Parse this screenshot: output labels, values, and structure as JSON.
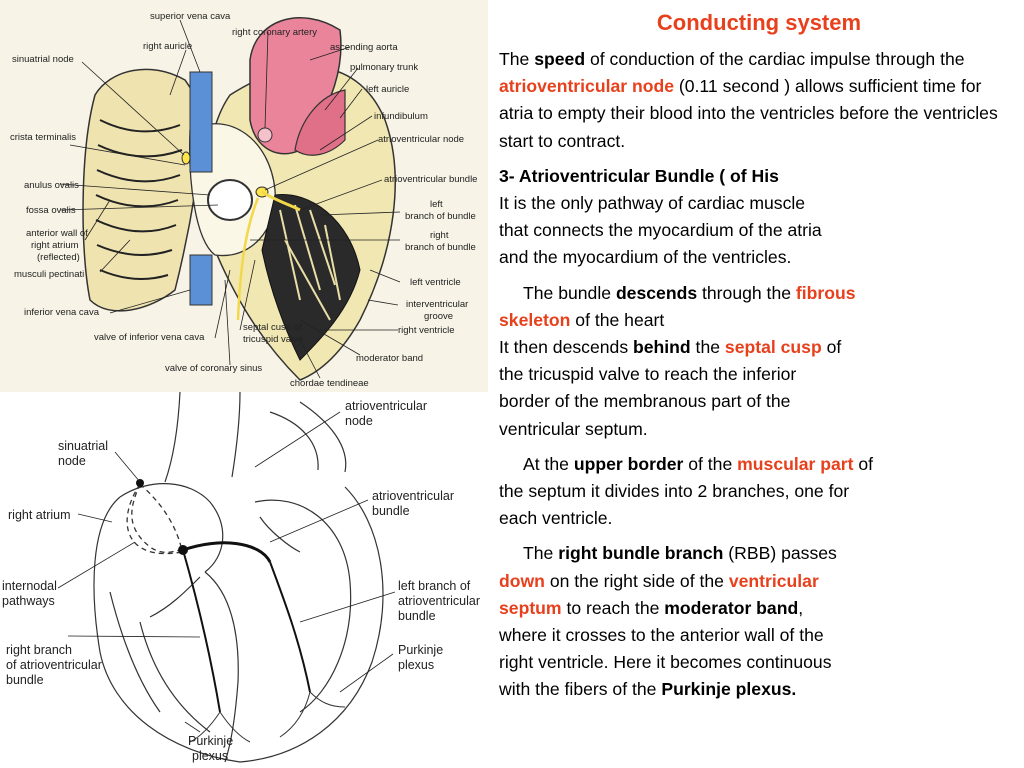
{
  "figure_top_labels": {
    "superior_vena_cava": "superior vena cava",
    "right_coronary_artery": "right coronary artery",
    "right_auricle": "right auricle",
    "ascending_aorta": "ascending aorta",
    "sinuatrial_node": "sinuatrial node",
    "pulmonary_trunk": "pulmonary trunk",
    "left_auricle": "left auricle",
    "infundibulum": "infundibulum",
    "crista_terminalis": "crista terminalis",
    "atrioventricular_node": "atrioventricular node",
    "atrioventricular_bundle": "atrioventricular bundle",
    "anulus_ovalis": "anulus ovalis",
    "left_branch_of_bundle_1": "left",
    "left_branch_of_bundle_2": "branch of bundle",
    "fossa_ovalis": "fossa ovalis",
    "right_branch_of_bundle_1": "right",
    "right_branch_of_bundle_2": "branch of bundle",
    "anterior_wall_1": "anterior wall of",
    "anterior_wall_2": "right atrium",
    "anterior_wall_3": "(reflected)",
    "musculi_pectinati": "musculi pectinati",
    "left_ventricle": "left ventricle",
    "inferior_vena_cava": "inferior vena cava",
    "interventricular_groove_1": "interventricular",
    "interventricular_groove_2": "groove",
    "right_ventricle": "right ventricle",
    "valve_of_inferior_vena_cava": "valve of inferior vena cava",
    "septal_cusp_1": "septal cusp of",
    "septal_cusp_2": "tricuspid valve",
    "moderator_band": "moderator band",
    "valve_of_coronary_sinus": "valve of coronary sinus",
    "chordae_tendineae": "chordae tendineae"
  },
  "figure_bottom_labels": {
    "av_node_1": "atrioventricular",
    "av_node_2": "node",
    "sinuatrial_node_1": "sinuatrial",
    "sinuatrial_node_2": "node",
    "av_bundle_1": "atrioventricular",
    "av_bundle_2": "bundle",
    "right_atrium": "right atrium",
    "internodal_1": "internodal",
    "internodal_2": "pathways",
    "left_branch_1": "left branch of",
    "left_branch_2": "atrioventricular",
    "left_branch_3": "bundle",
    "right_branch_1": "right branch",
    "right_branch_2": "of atrioventricular",
    "right_branch_3": "bundle",
    "purkinje_right_1": "Purkinje",
    "purkinje_right_2": "plexus",
    "purkinje_bottom_1": "Purkinje",
    "purkinje_bottom_2": "plexus"
  },
  "text": {
    "title": "Conducting system",
    "p1": {
      "a": "The ",
      "b_speed": "speed",
      "c": " of conduction of the cardiac impulse through the ",
      "r_avnode": "atrioventricular node",
      "d": " (0.11 second ) allows sufficient time for atria to empty their blood into the ventricles before the ventricles start to contract."
    },
    "p2": {
      "heading": "3- Atrioventricular Bundle ( of His",
      "line1": "It is the only pathway of cardiac muscle",
      "line2": "that connects the myocardium of the atria",
      "line3": "and the myocardium of the ventricles."
    },
    "p3": {
      "a": "The bundle ",
      "b_descends": "descends",
      "c": " through the ",
      "r_fibrous": "fibrous",
      "r_skeleton": "skeleton",
      "d": " of the heart",
      "e": "It then descends ",
      "b_behind": "behind",
      "f": " the ",
      "r_septal": "septal cusp",
      "g": " of",
      "h": "the tricuspid valve to reach the inferior",
      "i": "border of the membranous part of the",
      "j": "ventricular septum."
    },
    "p4": {
      "a": "At the ",
      "b_upper": "upper border",
      "c": " of the ",
      "r_muscular": "muscular part",
      "d": " of",
      "e": "the septum it divides into 2 branches, one for",
      "f": "each ventricle."
    },
    "p5": {
      "a": "The ",
      "b_rbb": "right bundle branch",
      "c": " (RBB) passes",
      "r_down": "down",
      "d": " on the right side of the ",
      "r_ventricular": "ventricular",
      "r_septum": "septum",
      "e": " to reach the ",
      "b_moderator": "moderator band",
      "f": ",",
      "g": "where it crosses to the anterior wall of the",
      "h": "right ventricle. Here it becomes continuous",
      "i": "with the fibers of the ",
      "b_purkinje": "Purkinje plexus."
    }
  }
}
